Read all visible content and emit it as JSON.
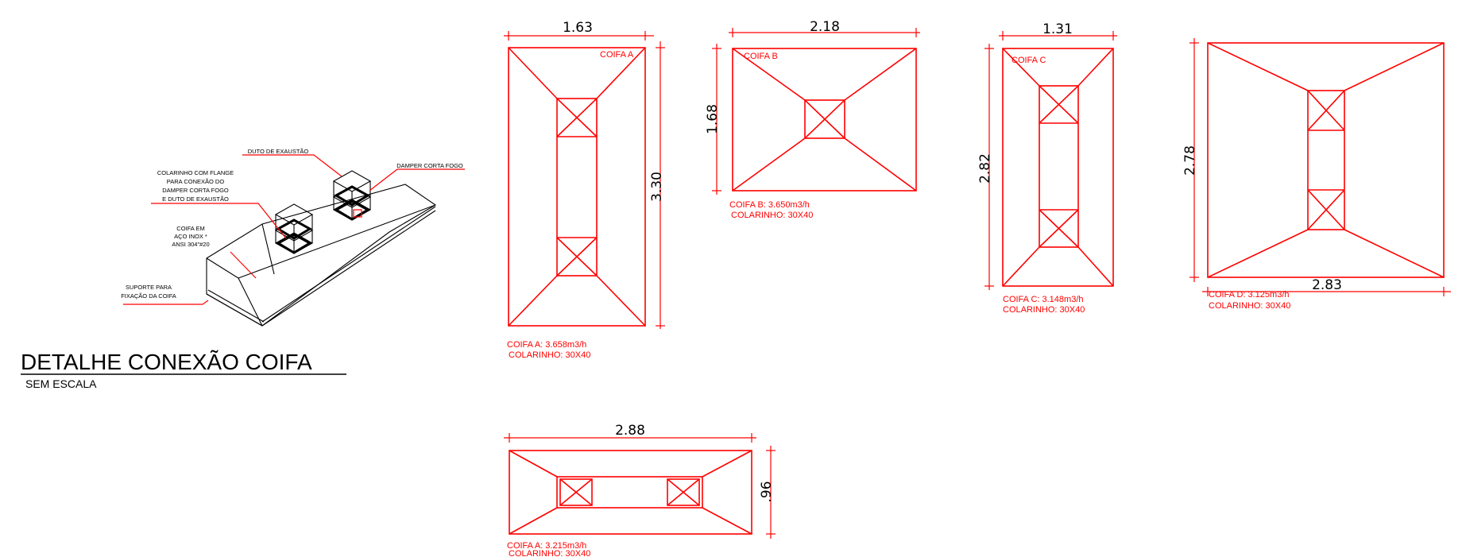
{
  "detail": {
    "title": "DETALHE CONEXÃO COIFA",
    "subtitle": "SEM ESCALA",
    "labels": {
      "duct": "DUTO DE EXAUSTÃO",
      "damper": "DAMPER CORTA FOGO",
      "collar_1": "COLARINHO COM FLANGE",
      "collar_2": "PARA CONEXÃO DO",
      "collar_3": "DAMPER CORTA FOGO",
      "collar_4": "E DUTO DE EXAUSTÃO",
      "hood_1": "COIFA EM",
      "hood_2": "AÇO INOX *",
      "hood_3": "ANSI 304\"#20",
      "support_1": "SUPORTE PARA",
      "support_2": "FIXAÇÃO DA COIFA"
    }
  },
  "hoods": {
    "a": {
      "name": "COIFA A",
      "width": "1.63",
      "length": "3.30",
      "flow": "COIFA A: 3.658m3/h",
      "collar": "COLARINHO: 30X40"
    },
    "b": {
      "name": "COIFA B",
      "width": "2.18",
      "length": "1.68",
      "flow": "COIFA B: 3.650m3/h",
      "collar": "COLARINHO: 30X40"
    },
    "c": {
      "name": "COIFA C",
      "width": "1.31",
      "length": "2.82",
      "flow": "COIFA C: 3.148m3/h",
      "collar": "COLARINHO: 30X40"
    },
    "d": {
      "width": "2.83",
      "length": "2.78",
      "flow": "COIFA D: 3.125m3/h",
      "collar": "COLARINHO: 30X40"
    },
    "e": {
      "width": "2.88",
      "length": ".96",
      "flow": "COIFA A: 3.215m3/h",
      "collar": "COLARINHO: 30X40"
    }
  }
}
